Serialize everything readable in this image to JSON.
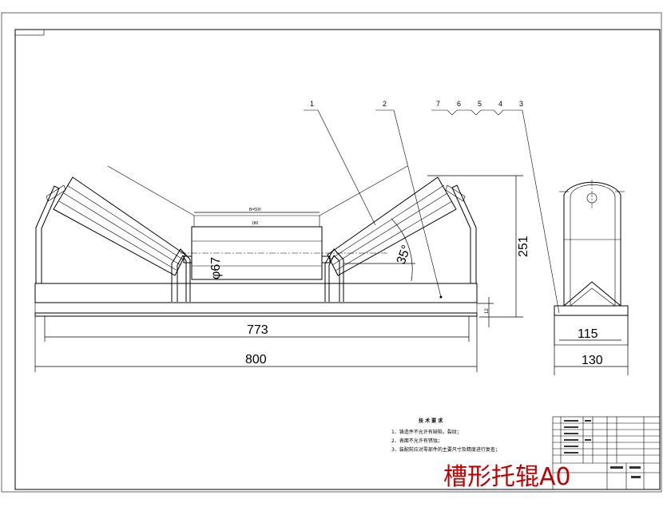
{
  "title_watermark": "槽形托辊A0",
  "part_numbers": [
    "1",
    "2",
    "7",
    "6",
    "5",
    "4",
    "3"
  ],
  "dimensions": {
    "overall_width": "800",
    "frame_width": "773",
    "height": "251",
    "angle": "35°",
    "roller_diameter": "φ67",
    "belt_width": "B=500",
    "roller_length": "180",
    "base_height": "12",
    "side_outer": "130",
    "side_inner": "115"
  },
  "tech_notes": {
    "title": "技 术 要 求",
    "items": [
      "1、铸造件不允许有缺陷，裂纹；",
      "2、表面不允许有锈蚀；",
      "3、装配前应对零部件的主要尺寸及精度进行复查；"
    ]
  }
}
